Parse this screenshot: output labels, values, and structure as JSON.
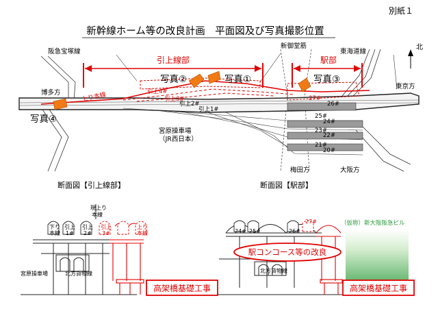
{
  "annex": "別紙１",
  "title": "新幹線ホーム等の改良計画　平面図及び写真撮影位置",
  "north": "北",
  "plan": {
    "hankyu": "阪急宝塚線",
    "shinmidosuji": "新御堂筋",
    "tokaido": "東海道線",
    "hikiage_section": "引上線部",
    "eki_section": "駅部",
    "hakata": "博多方",
    "tokyo": "東京方",
    "umeda": "梅田方",
    "osaka": "大阪方",
    "yard1": "宮原操車場",
    "yard2": "（JR西日本）",
    "photo1": "写真①",
    "photo2": "写真②",
    "photo3": "写真③",
    "photo4": "写真④",
    "up_main": "上り本線",
    "hikiage4": "引上4#",
    "hikiage3": "引上3#",
    "hikiage2": "引上2#",
    "hikiage1": "引上1#",
    "t27": "27#",
    "t26": "26#",
    "t25": "25#",
    "t24": "24#",
    "t23": "23#",
    "t22": "22#",
    "t21": "21#",
    "t20": "20#"
  },
  "section_left": {
    "title": "断面図【引上線部】",
    "current_up": "現上り",
    "current_up2": "本線",
    "down_main": "下り",
    "down_main2": "本線",
    "hikiage1": "引上",
    "hikiage1n": "1#",
    "hikiage2": "引上",
    "hikiage2n": "2#",
    "hikiage3": "引上",
    "hikiage3n": "3#",
    "up_main": "上り",
    "up_main2": "本線",
    "yard": "宮原操車場",
    "freight": "北方貨物線",
    "work": "高架橋基礎工事"
  },
  "section_right": {
    "title": "断面図【駅部】",
    "t24": "24#",
    "t25": "25#",
    "t26": "26#",
    "t27": "27#",
    "building": "（仮称）新大阪阪急ビル",
    "concourse": "駅コンコース等の改良",
    "freight": "北方貨物線",
    "work": "高架橋基礎工事"
  }
}
